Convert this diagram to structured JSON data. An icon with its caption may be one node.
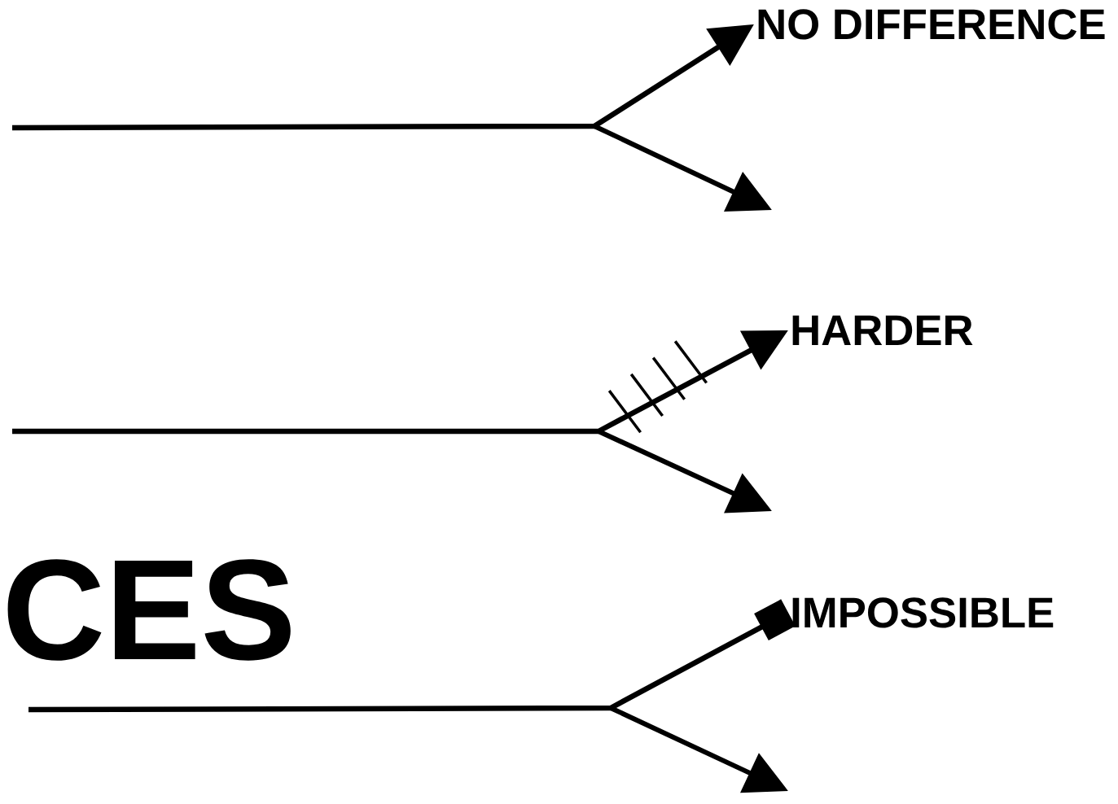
{
  "diagram": {
    "nodes": [
      {
        "text": [
          "NO DIFFERENCE"
        ]
      },
      {
        "text": [
          "HARDER"
        ]
      },
      {
        "text": [
          "IMPOSSIBLE"
        ]
      }
    ],
    "edges": [
      {
        "from": null,
        "to": 0,
        "arrow": "to"
      },
      {
        "from": null,
        "to": 1,
        "arrow": "to"
      },
      {
        "from": null,
        "to": 2,
        "arrow": "other"
      }
    ],
    "labels": [
      "CES"
    ]
  }
}
